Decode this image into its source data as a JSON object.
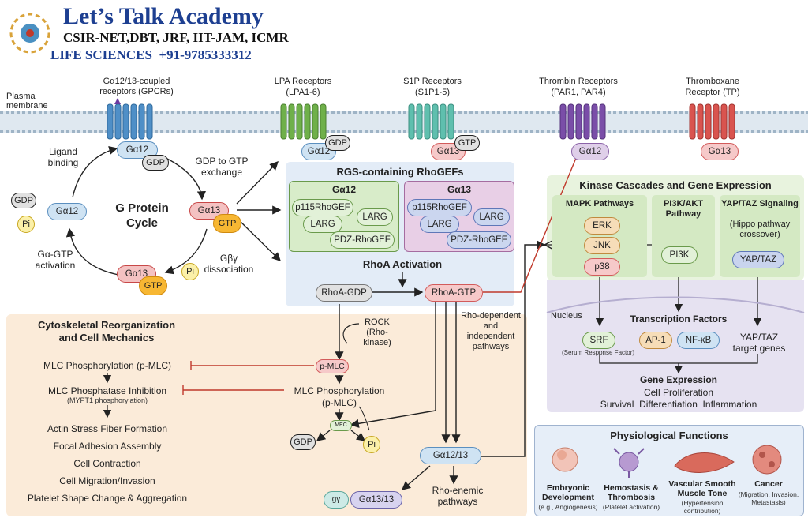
{
  "header": {
    "title": "Let’s Talk Academy",
    "line2": "CSIR-NET,DBT, JRF, IIT-JAM, ICMR",
    "line3": "LIFE SCIENCES  +91-9785333312"
  },
  "membrane": {
    "label": "Plasma membrane",
    "receptors": [
      {
        "title": "Gα12/13-coupled receptors (GPCRs)"
      },
      {
        "title": "LPA Receptors",
        "sub": "(LPA1-6)"
      },
      {
        "title": "S1P Receptors",
        "sub": "(S1P1-5)"
      },
      {
        "title": "Thrombin Receptors",
        "sub": "(PAR1, PAR4)"
      },
      {
        "title": "Thromboxane",
        "sub": "Receptor (TP)"
      }
    ],
    "proteins": {
      "gpcr_g": "Gα12",
      "gpcr_gdp": "GDP",
      "lpa_g": "Gα12",
      "lpa_gdp": "GDP",
      "s1p_g": "Gα13",
      "s1p_gtp": "GTP",
      "thr_g": "Gα12",
      "tp_g": "Gα13"
    }
  },
  "cycle": {
    "title_1": "G Protein",
    "title_2": "Cycle",
    "ligand": "Ligand binding",
    "exchange": "GDP to GTP exchange",
    "activation": "Gα-GTP activation",
    "dissociation": "Gβγ dissociation",
    "left_g": "Gα12",
    "left_gdp": "GDP",
    "left_pi": "Pi",
    "right_g": "Gα13",
    "right_gtp": "GTP",
    "bottom_g": "Gα13",
    "bottom_gtp": "GTP",
    "bottom_pi": "Pi"
  },
  "rhogef": {
    "title": "RGS-containing RhoGEFs",
    "g12": {
      "title": "Gα12",
      "items": [
        "p115RhoGEF",
        "LARG",
        "LARG",
        "PDZ-RhoGEF"
      ]
    },
    "g13": {
      "title": "Gα13",
      "items": [
        "p115RhoGEF",
        "LARG",
        "LARG",
        "PDZ-RhoGEF"
      ]
    },
    "activation": "RhoA Activation",
    "rhoa_gdp": "RhoA-GDP",
    "rhoa_gtp": "RhoA-GTP"
  },
  "kinase": {
    "title": "Kinase Cascades and Gene Expression",
    "mapk": {
      "title": "MAPK Pathways",
      "items": [
        "ERK",
        "JNK",
        "p38"
      ]
    },
    "pi3k": {
      "title": "PI3K/AKT Pathway",
      "item": "PI3K"
    },
    "yap": {
      "title": "YAP/TAZ Signaling",
      "sub": "(Hippo pathway crossover)",
      "item": "YAP/TAZ"
    },
    "nucleus": "Nucleus",
    "tf_title": "Transcription Factors",
    "srf": "SRF",
    "srf_sub": "(Serum Response Factor)",
    "ap1": "AP-1",
    "nfkb": "NF-κB",
    "yap_genes": "YAP/TAZ target genes",
    "ge_title": "Gene Expression",
    "ge_line1": "Cell Proliferation",
    "ge_line2": "Survival  Differentiation  Inflammation"
  },
  "cyto": {
    "title_1": "Cytoskeletal Reorganization",
    "title_2": "and Cell Mechanics",
    "items": [
      "MLC Phosphorylation (p-MLC)",
      "MLC Phosphatase Inhibition",
      "Actin Stress Fiber Formation",
      "Focal Adhesion Assembly",
      "Cell Contraction",
      "Cell Migration/Invasion",
      "Platelet Shape Change & Aggregation"
    ],
    "mypt1": "(MYPT1 phosphorylation)",
    "rock": "ROCK (Rho-kinase)",
    "pmlc": "p-MLC",
    "mlc_phos_1": "MLC Phosphorylation",
    "mlc_phos_2": "(p-MLC)",
    "mec": "MEC",
    "gdp": "GDP",
    "pi": "Pi",
    "rho_dep": "Rho-dependent and independent pathways",
    "g1213": "Gα12/13",
    "rho_enemic": "Rho-enemic pathways",
    "gby": "gγ",
    "g1213b": "Gα13/13"
  },
  "physio": {
    "title": "Physiological Functions",
    "items": [
      {
        "t1": "Embryonic",
        "t2": "Development",
        "sub": "(e.g., Angiogenesis)"
      },
      {
        "t1": "Hemostasis &",
        "t2": "Thrombosis",
        "sub": "(Platelet activation)"
      },
      {
        "t1": "Vascular Smooth",
        "t2": "Muscle Tone",
        "sub": "(Hypertension contribution)"
      },
      {
        "t1": "Cancer",
        "t2": "",
        "sub": "(Migration, Invasion, Metastasis)"
      }
    ]
  },
  "colors": {
    "membrane": "#b8c9d8",
    "rhogef_bg": "#e3ecf7",
    "kinase_bg": "#e8f3de",
    "nucleus_bg": "#e6e2f1",
    "cyto_bg": "#fbebd9",
    "physio_bg": "#e6eef8",
    "inhibit": "#c0392b"
  }
}
